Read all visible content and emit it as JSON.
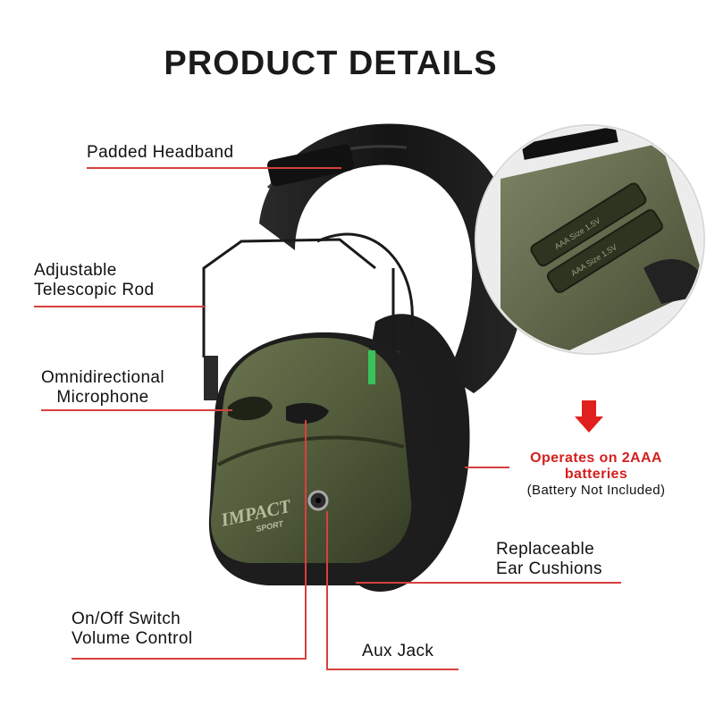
{
  "title": "PRODUCT DETAILS",
  "labels": {
    "headband": "Padded Headband",
    "rod_line1": "Adjustable",
    "rod_line2": "Telescopic Rod",
    "mic_line1": "Omnidirectional",
    "mic_line2": "Microphone",
    "battery_line1": "Operates on 2AAA",
    "battery_line2": "batteries",
    "battery_line3": "(Battery Not Included)",
    "cushion_line1": "Replaceable",
    "cushion_line2": "Ear Cushions",
    "switch_line1": "On/Off Switch",
    "switch_line2": "Volume Control",
    "aux": "Aux Jack"
  },
  "product": {
    "brand_main": "IMPACT",
    "brand_sub": "SPORT",
    "battery_marking": "AAA Size 1.5V"
  },
  "colors": {
    "accent": "#d41f1f",
    "leader_line": "#d6413f",
    "cup_green": "#4f5a3a",
    "foam": "#1e1e1e"
  }
}
